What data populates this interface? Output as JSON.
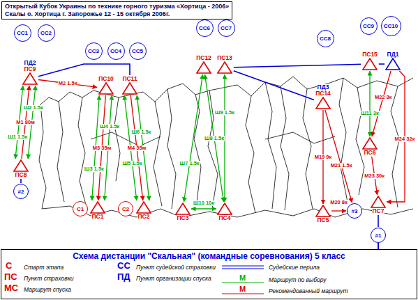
{
  "diagram": {
    "title": "Открытый Кубок Украины по технике горного туризма «Хортица - 2006»",
    "caption": "Схема дистанции \"Скальная\" (командные соревнования) 5 класс",
    "nodes": [
      {
        "text": [
          "СС1"
        ]
      },
      {
        "text": [
          "СС2"
        ]
      },
      {
        "text": [
          "ПД2",
          "ПС9"
        ]
      },
      {
        "text": [
          "#2"
        ]
      },
      {
        "text": [
          "ПС8"
        ]
      },
      {
        "text": [
          "СС3"
        ]
      },
      {
        "text": [
          "СС4"
        ]
      },
      {
        "text": [
          "СС5"
        ]
      },
      {
        "text": [
          "ПС10"
        ]
      },
      {
        "text": [
          "ПС11"
        ]
      },
      {
        "text": [
          "С1"
        ]
      },
      {
        "text": [
          "ПС1"
        ]
      },
      {
        "text": [
          "С2"
        ]
      },
      {
        "text": [
          "ПС2"
        ]
      },
      {
        "text": [
          "СС6"
        ]
      },
      {
        "text": [
          "СС7"
        ]
      },
      {
        "text": [
          "ПС12"
        ]
      },
      {
        "text": [
          "ПС13"
        ]
      },
      {
        "text": [
          "ПС3"
        ]
      },
      {
        "text": [
          "ПС4"
        ]
      },
      {
        "text": [
          "СС8"
        ]
      },
      {
        "text": [
          "ПД3",
          "ПС14"
        ]
      },
      {
        "text": [
          "ПС5"
        ]
      },
      {
        "text": [
          "#3"
        ]
      },
      {
        "text": [
          "СС9"
        ]
      },
      {
        "text": [
          "СС10"
        ]
      },
      {
        "text": [
          "ПС15"
        ]
      },
      {
        "text": [
          "ПД1"
        ]
      },
      {
        "text": [
          "ПС6"
        ]
      },
      {
        "text": [
          "ПС7"
        ]
      },
      {
        "text": [
          "#1"
        ]
      }
    ],
    "edges": [
      {
        "from": 4,
        "to": 2,
        "arrow": "both",
        "label": "Ш1 1.5к"
      },
      {
        "from": 4,
        "to": 2,
        "arrow": "to",
        "label": "М1 80м"
      },
      {
        "from": 4,
        "to": 2,
        "arrow": "both",
        "label": "Ш2 1.5к"
      },
      {
        "from": 2,
        "to": 8,
        "arrow": "to",
        "label": "М2 1.5к"
      },
      {
        "from": 2,
        "to": 9,
        "arrow": "none"
      },
      {
        "from": 11,
        "to": 8,
        "arrow": "both",
        "label": "Ш3 1.5к"
      },
      {
        "from": 8,
        "to": 11,
        "arrow": "to",
        "label": "М3 35м"
      },
      {
        "from": 11,
        "to": 8,
        "arrow": "both",
        "label": "Ш4 1.5к"
      },
      {
        "from": 13,
        "to": 9,
        "arrow": "both",
        "label": "Ш5 1.5к"
      },
      {
        "from": 9,
        "to": 13,
        "arrow": "to",
        "label": "М4 35м"
      },
      {
        "from": 13,
        "to": 9,
        "arrow": "both",
        "label": "Ш6 1.5к"
      },
      {
        "from": 18,
        "to": 16,
        "arrow": "both",
        "label": "Ш7 1.5к"
      },
      {
        "from": 19,
        "to": 16,
        "arrow": "both",
        "label": "Ш8 1.5к"
      },
      {
        "from": 19,
        "to": 17,
        "arrow": "both",
        "label": "Ш9 1.5к"
      },
      {
        "from": 18,
        "to": 19,
        "arrow": "both",
        "label": "Ш10 10к"
      },
      {
        "from": 17,
        "to": 26,
        "arrow": "none"
      },
      {
        "from": 21,
        "to": 17,
        "arrow": "none"
      },
      {
        "from": 26,
        "to": 27,
        "arrow": "none"
      },
      {
        "from": 21,
        "to": 22,
        "arrow": "to",
        "label": "М19 9к"
      },
      {
        "from": 21,
        "to": 23,
        "arrow": "to",
        "label": "М21 1.5к"
      },
      {
        "from": 22,
        "to": 23,
        "arrow": "to",
        "label": "М20 8к"
      },
      {
        "from": 28,
        "to": 26,
        "arrow": "both",
        "label": "Ш11 3к"
      },
      {
        "from": 27,
        "to": 28,
        "arrow": "to",
        "label": "М22 3к"
      },
      {
        "from": 28,
        "to": 29,
        "arrow": "to",
        "label": "М23 30к"
      },
      {
        "from": 27,
        "to": 29,
        "arrow": "to",
        "label": "М24 32к"
      },
      {
        "from": 29,
        "to": 30,
        "arrow": "none"
      },
      {
        "from": 3,
        "to": 4,
        "arrow": "none"
      }
    ],
    "labels": [
      "Скалы о. Хортица г. Запорожье 12 - 15 октября 2006г.",
      "С",
      "ПС",
      "МС",
      "СС",
      "ПД",
      "М",
      "М"
    ],
    "legend": [
      {
        "text": "Старт этапа"
      },
      {
        "text": "Пункт страховки"
      },
      {
        "text": "Маршрут спуска"
      },
      {
        "text": "Пункт судейской страховки"
      },
      {
        "text": "Пункт организации спуска"
      },
      {
        "text": "Судейские перила"
      },
      {
        "text": "Маршрут по выбору"
      },
      {
        "text": "Рекомендованный маршрут"
      }
    ]
  }
}
